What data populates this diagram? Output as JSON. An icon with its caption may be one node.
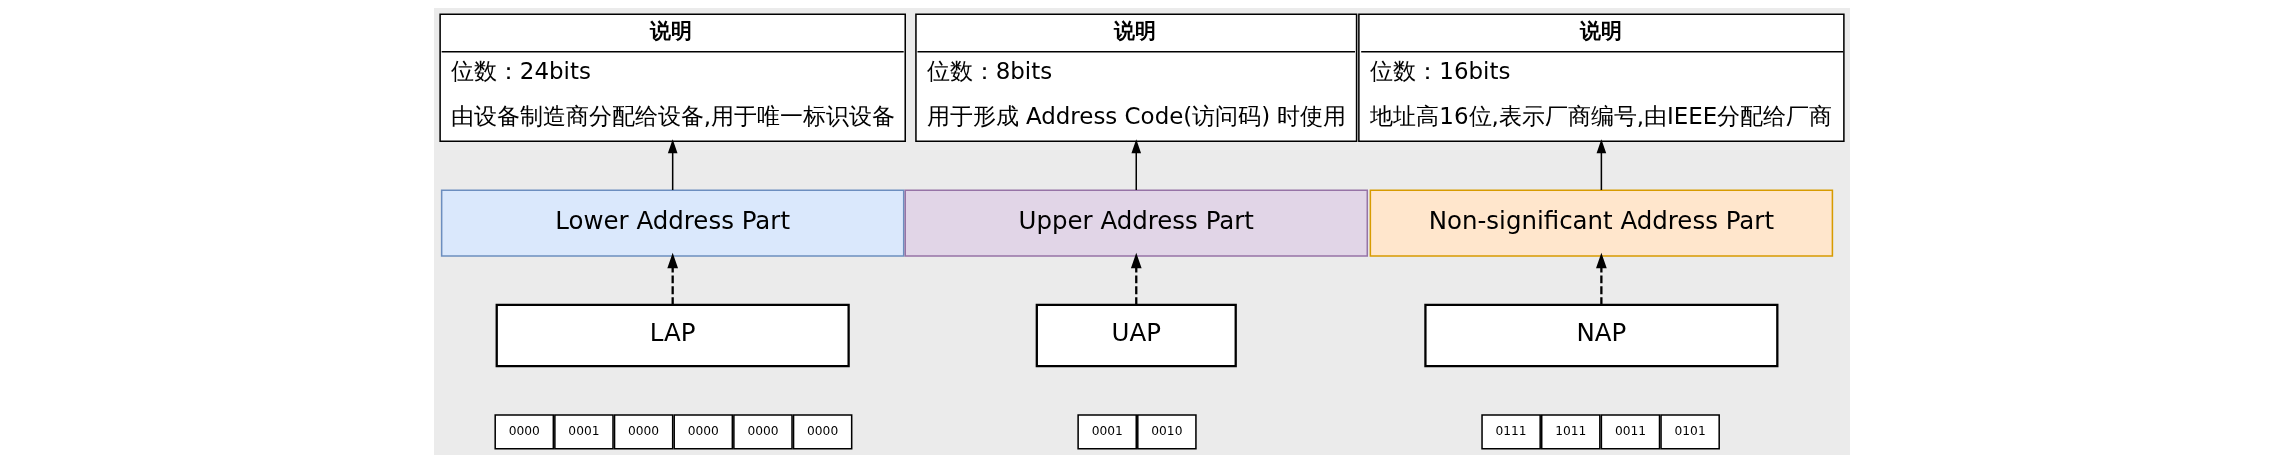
{
  "diagram": {
    "nodes": [
      {
        "text": [
          "说明",
          "位数：24bits",
          "由设备制造商分配给设备,用于唯一标识设备"
        ]
      },
      {
        "text": [
          "说明",
          "位数：8bits",
          "用于形成 Address Code(访问码) 时使用"
        ]
      },
      {
        "text": [
          "说明",
          "位数：16bits",
          "地址高16位,表示厂商编号,由IEEE分配给厂商"
        ]
      },
      {
        "text": [
          "Lower Address Part"
        ]
      },
      {
        "text": [
          "Upper Address Part"
        ]
      },
      {
        "text": [
          "Non-significant Address Part"
        ]
      },
      {
        "text": [
          "LAP"
        ]
      },
      {
        "text": [
          "UAP"
        ]
      },
      {
        "text": [
          "NAP"
        ]
      },
      {
        "text": [
          "0000"
        ]
      },
      {
        "text": [
          "0001"
        ]
      },
      {
        "text": [
          "0000"
        ]
      },
      {
        "text": [
          "0000"
        ]
      },
      {
        "text": [
          "0000"
        ]
      },
      {
        "text": [
          "0000"
        ]
      },
      {
        "text": [
          "0001"
        ]
      },
      {
        "text": [
          "0010"
        ]
      },
      {
        "text": [
          "0111"
        ]
      },
      {
        "text": [
          "1011"
        ]
      },
      {
        "text": [
          "0011"
        ]
      },
      {
        "text": [
          "0101"
        ]
      }
    ],
    "edges": [
      {
        "from": 6,
        "to": 3,
        "arrow": "to",
        "style": "dashed"
      },
      {
        "from": 7,
        "to": 4,
        "arrow": "to",
        "style": "dashed"
      },
      {
        "from": 8,
        "to": 5,
        "arrow": "to",
        "style": "dashed"
      },
      {
        "from": 3,
        "to": 0,
        "arrow": "to"
      },
      {
        "from": 4,
        "to": 1,
        "arrow": "to"
      },
      {
        "from": 5,
        "to": 2,
        "arrow": "to"
      }
    ]
  }
}
